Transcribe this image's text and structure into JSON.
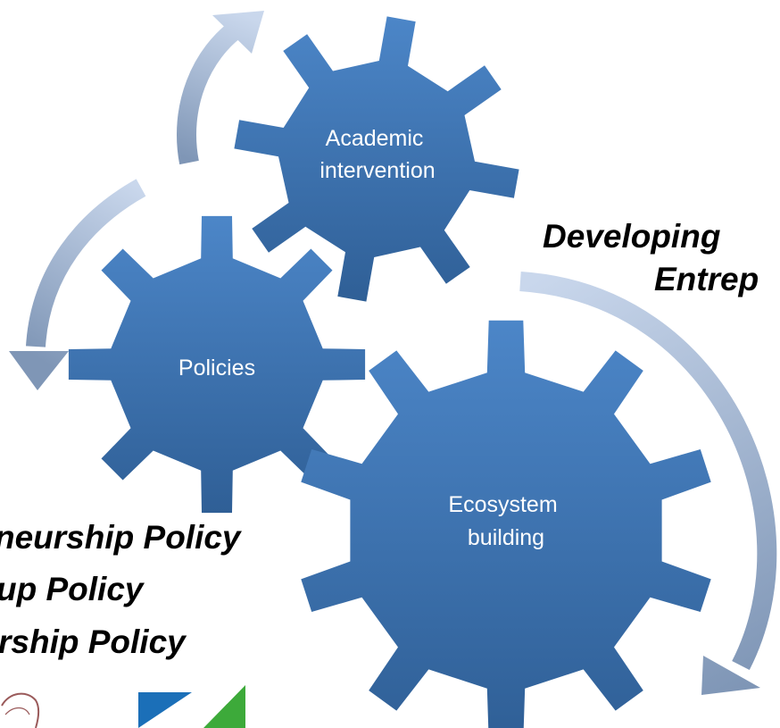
{
  "gears": [
    {
      "id": "academic",
      "lines": [
        "Academic",
        "intervention"
      ]
    },
    {
      "id": "policies",
      "lines": [
        "Policies"
      ]
    },
    {
      "id": "ecosystem",
      "lines": [
        "Ecosystem",
        "building"
      ]
    }
  ],
  "headline": {
    "line1": "Developing",
    "line2": "Entrep"
  },
  "policy_list": {
    "line1": "neurship Policy",
    "line2": "up Policy",
    "line3": "rship Policy"
  },
  "colors": {
    "gear_top": "#4c86c8",
    "gear_bottom": "#2f5f96",
    "arrow_light": "#c9d7ec",
    "arrow_dark": "#7f96b6",
    "logo_blue": "#1b6fb8",
    "logo_green": "#3daa3a",
    "stamp": "#9a5a5a"
  }
}
